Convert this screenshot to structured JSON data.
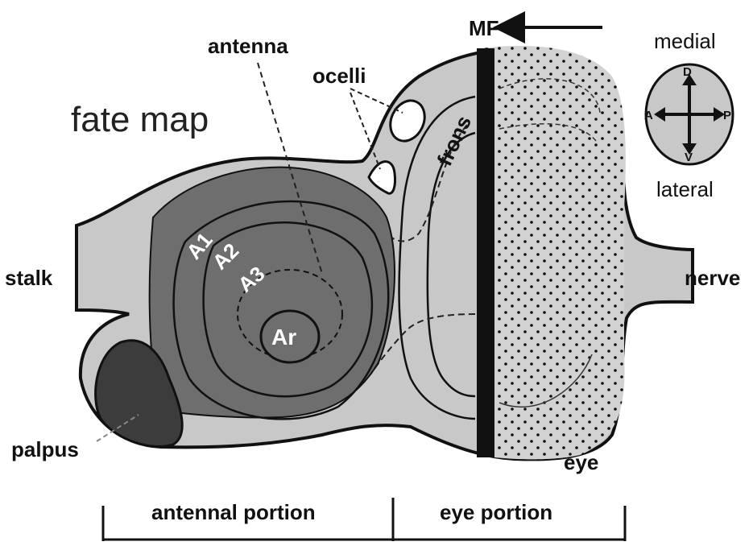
{
  "title": "fate map",
  "labels": {
    "stalk": "stalk",
    "nerve": "nerve",
    "antenna": "antenna",
    "ocelli": "ocelli",
    "frons": "frons",
    "palpus": "palpus",
    "eye": "eye",
    "mf": "MF",
    "a1": "A1",
    "a2": "A2",
    "a3": "A3",
    "ar": "Ar"
  },
  "compass": {
    "top": "medial",
    "bottom": "lateral",
    "d": "D",
    "v": "V",
    "a": "A",
    "p": "P"
  },
  "portions": {
    "antennal": "antennal portion",
    "eye": "eye portion"
  },
  "colors": {
    "light_gray": "#c8c8c8",
    "mid_gray": "#6e6e6e",
    "dark_gray": "#3c3c3c",
    "outline": "#111111"
  }
}
